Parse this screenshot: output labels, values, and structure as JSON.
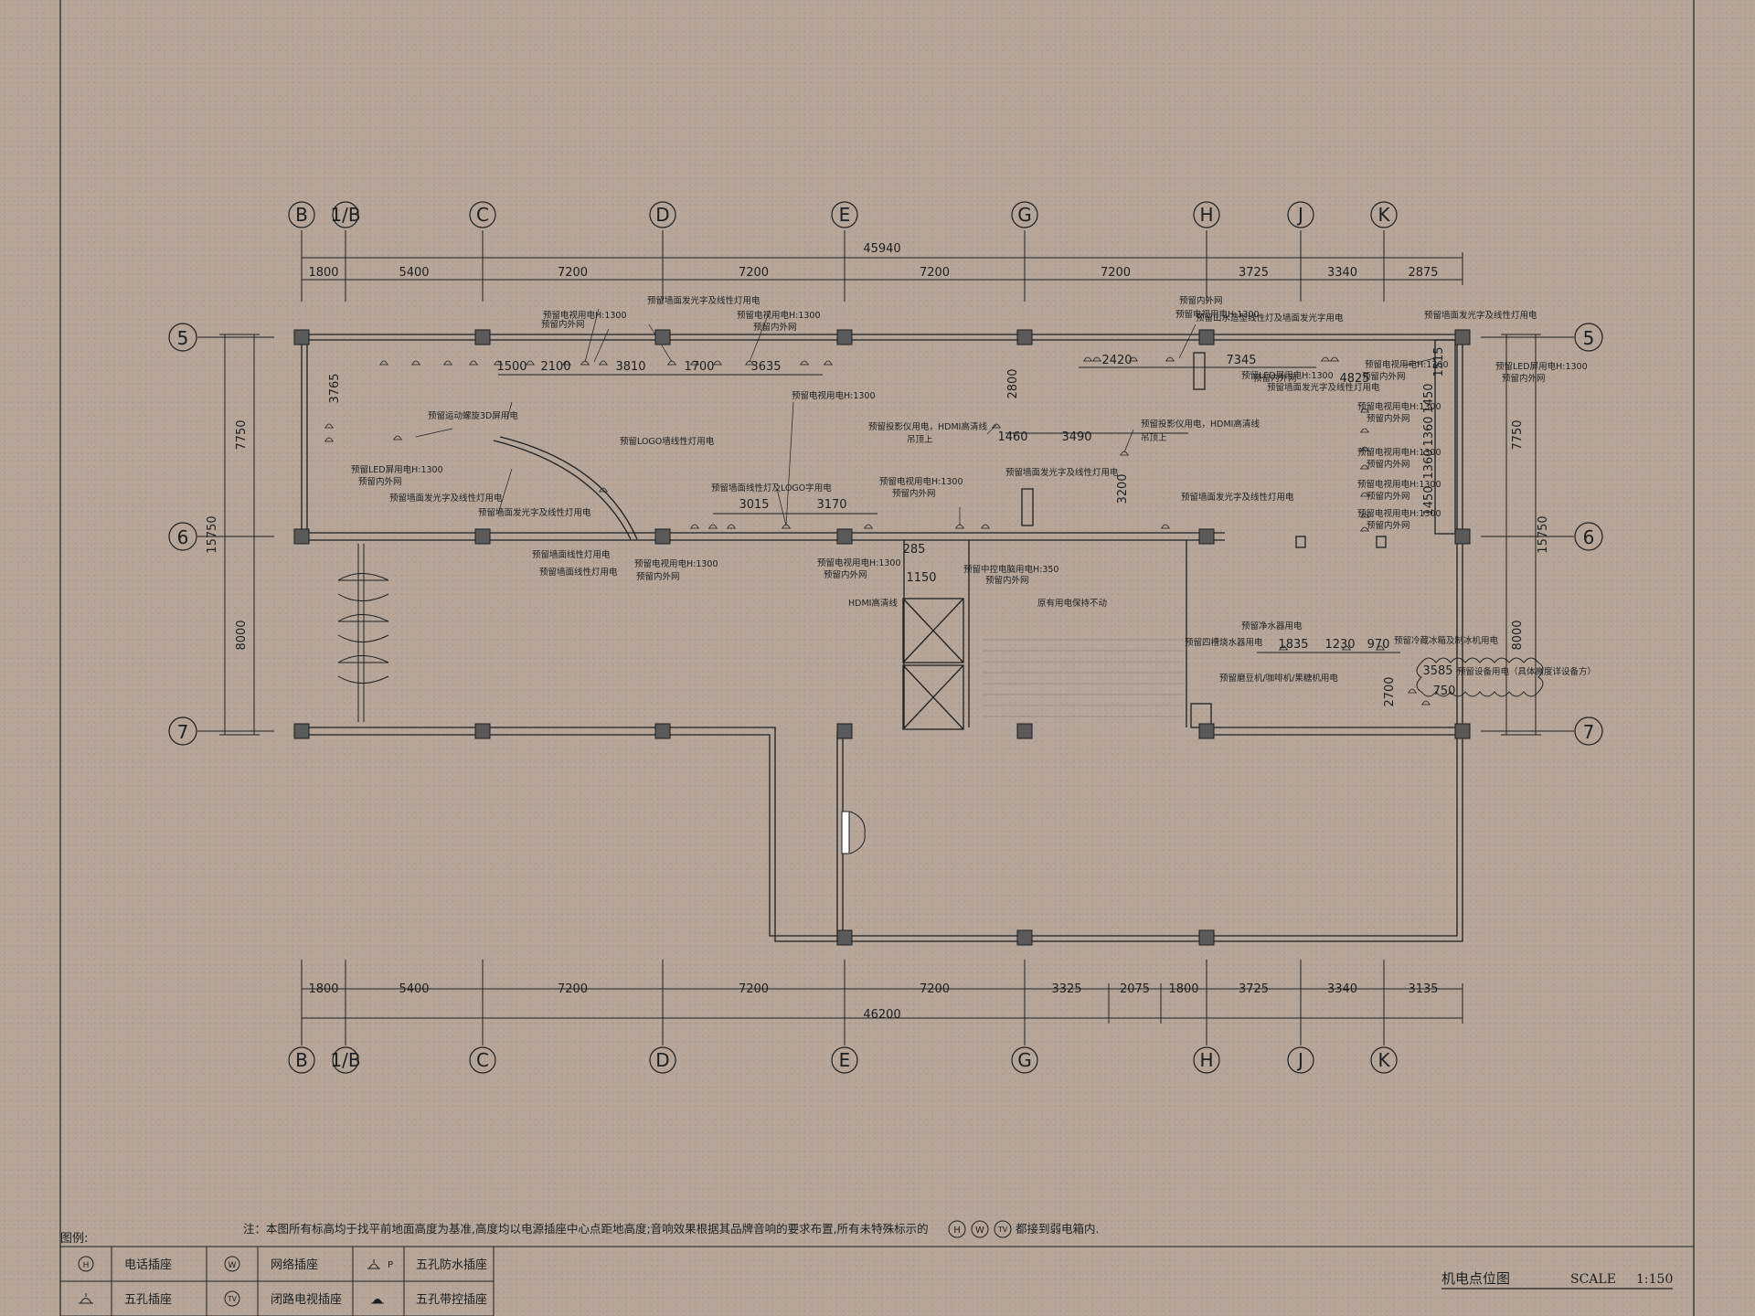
{
  "grid": {
    "columns": [
      "B",
      "1/B",
      "C",
      "D",
      "E",
      "G",
      "H",
      "J",
      "K"
    ],
    "rows": [
      "5",
      "6",
      "7"
    ]
  },
  "dimensions": {
    "top_total": "45940",
    "top_segments": [
      "1800",
      "5400",
      "7200",
      "7200",
      "7200",
      "7200",
      "3725",
      "3340",
      "2875"
    ],
    "bottom_total": "46200",
    "bottom_segments": [
      "1800",
      "5400",
      "7200",
      "7200",
      "7200",
      "3325",
      "2075",
      "1800",
      "3725",
      "3340",
      "3135"
    ],
    "left_total": "15750",
    "left_segments": [
      "7750",
      "8000"
    ],
    "right_total": "15750",
    "right_segments": [
      "7750",
      "8000"
    ],
    "interior": [
      "1500",
      "2100",
      "3810",
      "1700",
      "3635",
      "2420",
      "7345",
      "4825",
      "1515",
      "3765",
      "2800",
      "1460",
      "3490",
      "3200",
      "1450",
      "1360",
      "1360",
      "1450",
      "3015",
      "3170",
      "285",
      "1150",
      "1835",
      "1230",
      "970",
      "3585",
      "750",
      "2700"
    ]
  },
  "annotations": [
    "预留电视用电H:1300",
    "预留内外网",
    "预留墙面发光字及线性灯用电",
    "预留电视用电H:1300",
    "预留内外网",
    "预留内外网",
    "预留电视用电H:1300",
    "预留山水造型线性灯及墙面发光字用电",
    "预留墙面发光字及线性灯用电",
    "预留电视用电H:1300",
    "预留内外网",
    "预留LED屏用电H:1300",
    "预留墙面发光字及线性灯用电",
    "预留电视用电H:1300",
    "预留内外网",
    "预留LED屏用电H:1300",
    "预留内外网",
    "预留电视用电H:1300",
    "预留内外网",
    "预留电视用电H:1300",
    "预留内外网",
    "预留电视用电H:1300",
    "预留内外网",
    "预留电视用电H:1300",
    "预留内外网",
    "预留运动螺旋3D屏用电",
    "预留投影仪用电，HDMI高清线",
    "吊顶上",
    "预留投影仪用电，HDMI高清线",
    "吊顶上",
    "预留LED屏用电H:1300",
    "预留内外网",
    "预留LOGO墙线性灯用电",
    "预留墙面发光字及线性灯用电",
    "预留墙面发光字及线性灯用电",
    "预留墙面线性灯及LOGO字用电",
    "预留电视用电H:1300",
    "预留内外网",
    "预留墙面发光字及线性灯用电",
    "预留墙面发光字及线性灯用电",
    "预留墙面线性灯用电",
    "预留墙面线性灯用电",
    "预留电视用电H:1300",
    "预留内外网",
    "预留电视用电H:1300",
    "预留内外网",
    "预留中控电脑用电H:350",
    "预留内外网",
    "HDMI高清线",
    "原有用电保持不动",
    "预留净水器用电",
    "预留冷藏冰箱及制冰机用电",
    "预留四槽烧水器用电",
    "预留设备用电（具体高度详设备方）",
    "预留磨豆机/咖啡机/果糖机用电"
  ],
  "legend": {
    "title": "图例:",
    "note": "注：本图所有标高均于找平前地面高度为基准,高度均以电源插座中心点距地高度;音响效果根据其品牌音响的要求布置,所有未特殊标示的",
    "note_symbols": [
      "H",
      "W",
      "TV"
    ],
    "note_end": "都接到弱电箱内.",
    "items": [
      {
        "symbol": "H",
        "label": "电话插座"
      },
      {
        "symbol": "W",
        "label": "网络插座"
      },
      {
        "symbol": "P",
        "label": "五孔防水插座"
      },
      {
        "symbol": "socket",
        "label": "五孔插座"
      },
      {
        "symbol": "TV",
        "label": "闭路电视插座"
      },
      {
        "symbol": "switched",
        "label": "五孔带控插座"
      }
    ]
  },
  "title_block": {
    "title": "机电点位图",
    "scale_label": "SCALE",
    "scale_value": "1:150"
  },
  "colors": {
    "background": "#b5a599",
    "line": "#1e1e1e",
    "column_fill": "#5a5a5a"
  }
}
